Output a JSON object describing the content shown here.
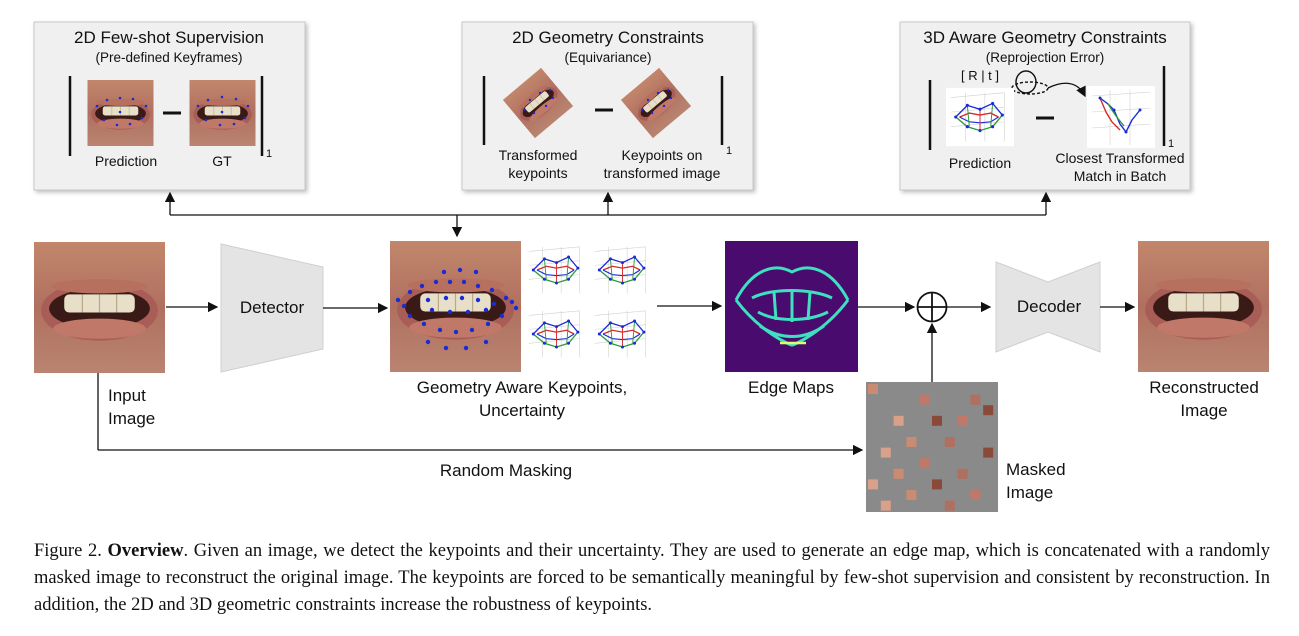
{
  "panels": {
    "fewshot": {
      "title": "2D Few-shot Supervision",
      "subtitle": "(Pre-defined Keyframes)",
      "left_label": "Prediction",
      "right_label": "GT",
      "norm_sub": "1"
    },
    "equivariance": {
      "title": "2D Geometry Constraints",
      "subtitle": "(Equivariance)",
      "left_label_1": "Transformed",
      "left_label_2": "keypoints",
      "right_label_1": "Keypoints on",
      "right_label_2": "transformed image",
      "norm_sub": "1"
    },
    "reprojection": {
      "title": "3D Aware Geometry Constraints",
      "subtitle": "(Reprojection Error)",
      "rt_label": "[ R  |  t ]",
      "left_label": "Prediction",
      "right_label_1": "Closest Transformed",
      "right_label_2": "Match in Batch",
      "norm_sub": "1"
    }
  },
  "pipeline": {
    "input_label_1": "Input",
    "input_label_2": "Image",
    "detector_label": "Detector",
    "keypoints_label_1": "Geometry Aware Keypoints,",
    "keypoints_label_2": "Uncertainty",
    "edge_label": "Edge Maps",
    "decoder_label": "Decoder",
    "recon_label_1": "Reconstructed",
    "recon_label_2": "Image",
    "masking_label": "Random Masking",
    "masked_label_1": "Masked",
    "masked_label_2": "Image"
  },
  "caption": {
    "prefix": "Figure 2.",
    "bold": "Overview",
    "text": ". Given an image, we detect the keypoints and their uncertainty. They are used to generate an edge map, which is concatenated with a randomly masked image to reconstruct the original image. The keypoints are forced to be semantically meaningful by few-shot supervision and consistent by reconstruction. In addition, the 2D and 3D geometric constraints increase the robustness of keypoints."
  },
  "colors": {
    "panel_bg": "#f0f0f0",
    "shape_gray": "#e4e4e4",
    "edge_bg": "#4a0b6e",
    "edge_line": "#3ee0c0",
    "mask_gray": "#8a8a8a",
    "keypoint_blue": "#1a2bd6",
    "skin": "#c98c72"
  }
}
